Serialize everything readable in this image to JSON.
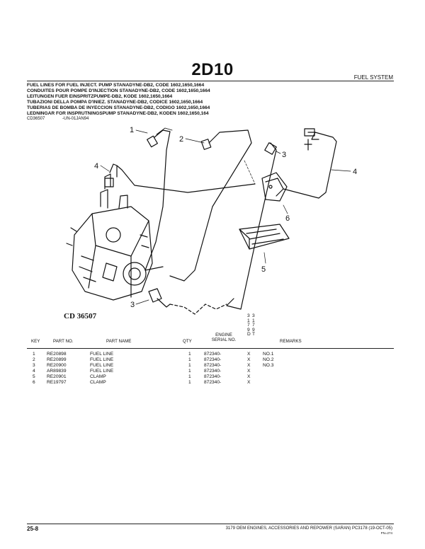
{
  "header": {
    "page_title": "2D10",
    "section": "FUEL SYSTEM",
    "title_lines": [
      "FUEL LINES FOR FUEL INJECT. PUMP STANADYNE-DB2, CODE 1602,1650,1664",
      "CONDUITES POUR POMPE D'INJECTION STANADYNE-DB2, CODE 1602,1650,1664",
      "LEITUNGEN FUER EINSPRITZPUMPE-DB2, KODE 1602,1650,1664",
      "TUBAZIONI DELLA POMPA D'INIEZ. STANADYNE-DB2, CODICE 1602,1650,1664",
      "TUBERIAS DE BOMBA DE INYECCION STANADYNE-DB2, CODIGO 1602,1650,1664",
      "LEDNINGAR FOR INSPRUTNINGSPUMP STANADYNE-DB2, KODEN 1602,1650,164"
    ],
    "ref_code": "CD36507",
    "ref_date": "-UN-01JAN94"
  },
  "diagram": {
    "figure_label": "CD 36507",
    "callouts": [
      "1",
      "2",
      "3",
      "4",
      "4",
      "6",
      "5",
      "3"
    ]
  },
  "table": {
    "headers": {
      "key": "KEY",
      "part_no": "PART NO.",
      "part_name": "PART NAME",
      "qty": "QTY",
      "engine_serial": [
        "ENGINE",
        "SERIAL NO."
      ],
      "remarks": "REMARKS"
    },
    "engine_col_1": [
      "3",
      "1",
      "7",
      "9",
      "D"
    ],
    "engine_col_2": [
      "3",
      "1",
      "7",
      "9",
      "T"
    ],
    "rows": [
      {
        "key": "1",
        "part_no": "RE20898",
        "name": "FUEL LINE",
        "qty": "1",
        "serial": "872340-",
        "mark": "X",
        "remarks": "NO.1"
      },
      {
        "key": "2",
        "part_no": "RE20899",
        "name": "FUEL LINE",
        "qty": "1",
        "serial": "872340-",
        "mark": "X",
        "remarks": "NO.2"
      },
      {
        "key": "3",
        "part_no": "RE20900",
        "name": "FUEL LINE",
        "qty": "1",
        "serial": "872340-",
        "mark": "X",
        "remarks": "NO.3"
      },
      {
        "key": "4",
        "part_no": "AR89839",
        "name": "FUEL LINE",
        "qty": "1",
        "serial": "872340-",
        "mark": "X",
        "remarks": ""
      },
      {
        "key": "5",
        "part_no": "RE20901",
        "name": "CLAMP",
        "qty": "1",
        "serial": "872340-",
        "mark": "X",
        "remarks": ""
      },
      {
        "key": "6",
        "part_no": "RE19797",
        "name": "CLAMP",
        "qty": "1",
        "serial": "872340-",
        "mark": "X",
        "remarks": ""
      }
    ]
  },
  "footer": {
    "page_number": "25-8",
    "description": "3179 OEM ENGINES, ACCESSORIES AND REPOWER (SARAN)   PC3178   (19-OCT-05)",
    "code": "PN=274"
  }
}
